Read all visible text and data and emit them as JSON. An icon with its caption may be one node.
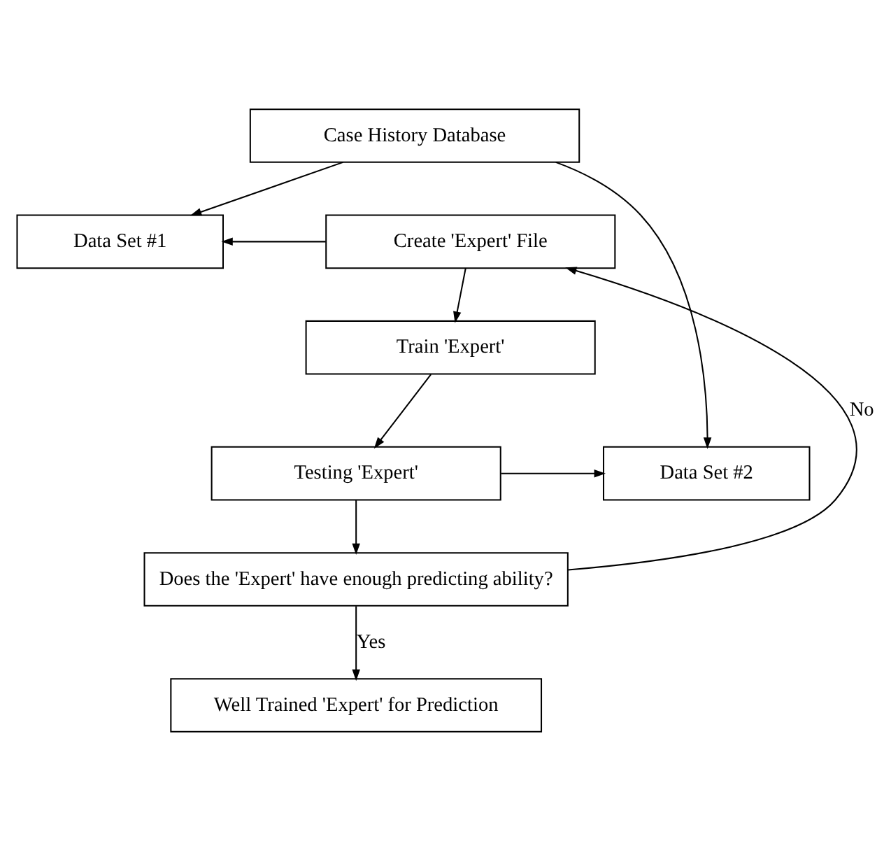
{
  "diagram": {
    "nodes": [
      {
        "text": [
          "Case History Database"
        ]
      },
      {
        "text": [
          "Create 'Expert' File"
        ]
      },
      {
        "text": [
          "Data Set #1"
        ]
      },
      {
        "text": [
          "Train 'Expert'"
        ]
      },
      {
        "text": [
          "Testing 'Expert'"
        ]
      },
      {
        "text": [
          "Data Set #2"
        ]
      },
      {
        "text": [
          "Does the 'Expert' have enough predicting ability?"
        ]
      },
      {
        "text": [
          "Well Trained 'Expert' for Prediction"
        ]
      }
    ],
    "edges": [
      {
        "from": 0,
        "to": 2,
        "arrow": "to"
      },
      {
        "from": 0,
        "to": 5,
        "arrow": "to"
      },
      {
        "from": 1,
        "to": 2,
        "arrow": "to"
      },
      {
        "from": 1,
        "to": 3,
        "arrow": "to"
      },
      {
        "from": 3,
        "to": 4,
        "arrow": "to"
      },
      {
        "from": 4,
        "to": 5,
        "arrow": "to"
      },
      {
        "from": 4,
        "to": 6,
        "arrow": "to"
      },
      {
        "from": 6,
        "to": 1,
        "arrow": "to",
        "label": "No"
      },
      {
        "from": 6,
        "to": 7,
        "arrow": "to",
        "label": "Yes"
      }
    ]
  }
}
